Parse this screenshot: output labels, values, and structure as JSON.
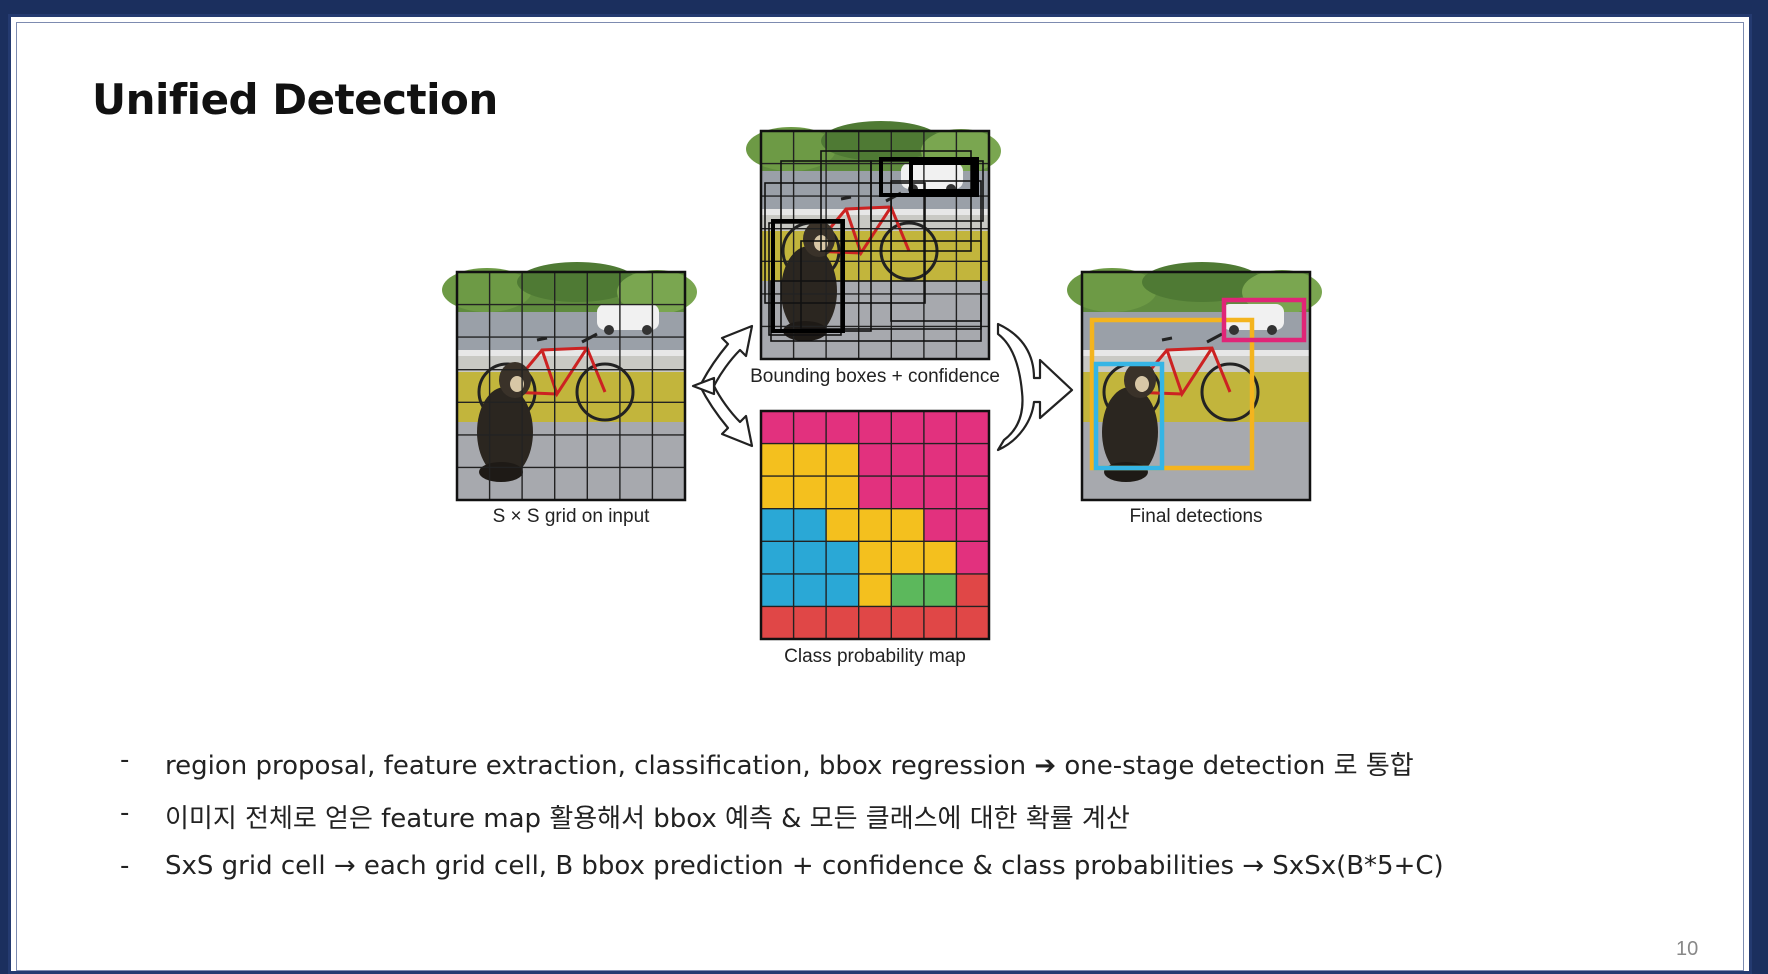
{
  "slide": {
    "title": "Unified Detection",
    "page_number": "10"
  },
  "figure": {
    "caption_input": "S × S grid on input",
    "caption_boxes": "Bounding boxes + confidence",
    "caption_classmap": "Class probability map",
    "caption_final": "Final detections",
    "class_map_colors": {
      "magenta": "#e2317e",
      "yellow": "#f4c01e",
      "blue": "#2aa8d6",
      "green": "#5cb85c",
      "red": "#e04747"
    },
    "detection_colors": {
      "dog": "#35b5e5",
      "bicycle": "#f4b41e",
      "car": "#e02577"
    }
  },
  "bullets": [
    {
      "dash": "-",
      "text": "region proposal, feature extraction, classification, bbox regression ➔ one-stage detection 로 통합"
    },
    {
      "dash": "-",
      "text": "이미지 전체로 얻은 feature map 활용해서 bbox 예측 & 모든 클래스에 대한 확률 계산"
    },
    {
      "dash": "-",
      "text": "SxS grid cell → each grid cell, B bbox prediction + confidence & class probabilities → SxSx(B*5+C)"
    }
  ]
}
